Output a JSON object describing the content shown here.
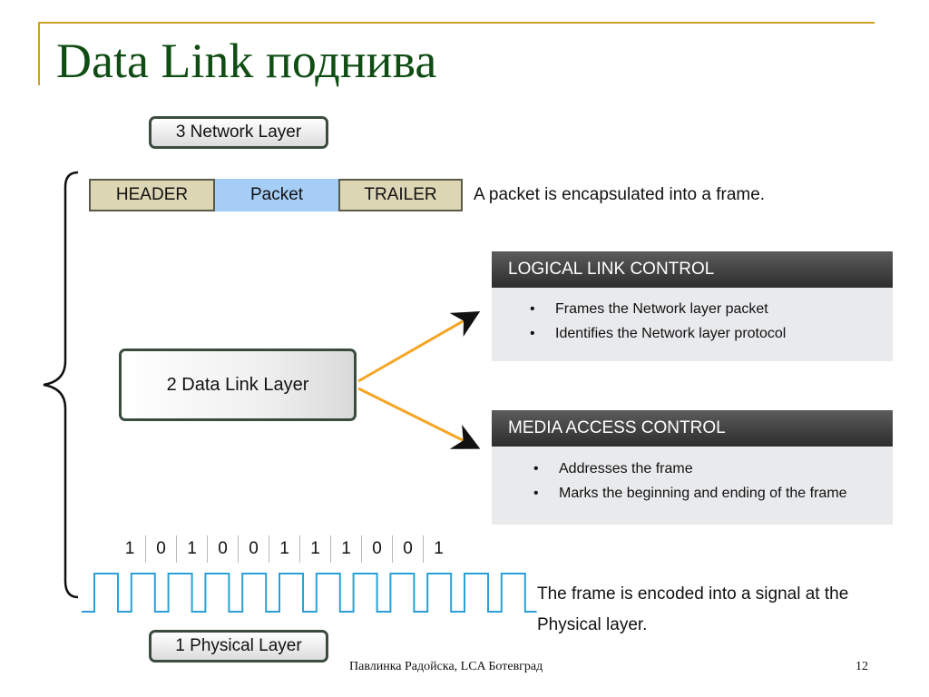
{
  "slide": {
    "title": "Data Link поднива",
    "footer": "Павлинка Радойска, LCA Ботевград",
    "page_number": "12"
  },
  "layers": {
    "network": "3 Network Layer",
    "data_link": "2 Data Link Layer",
    "physical": "1 Physical Layer"
  },
  "frame": {
    "header": "HEADER",
    "packet": "Packet",
    "trailer": "TRAILER",
    "note": "A packet is encapsulated into a frame."
  },
  "sublayers": {
    "llc": {
      "title": "LOGICAL LINK CONTROL",
      "items": [
        "Frames the Network layer packet",
        "Identifies the Network layer protocol"
      ]
    },
    "mac": {
      "title": "MEDIA ACCESS CONTROL",
      "items": [
        "Addresses the frame",
        "Marks the beginning and ending of the frame"
      ]
    }
  },
  "signal": {
    "bits": [
      "1",
      "0",
      "1",
      "0",
      "0",
      "1",
      "1",
      "1",
      "0",
      "0",
      "1"
    ],
    "note": "The frame is encoded into a signal at the Physical layer."
  },
  "colors": {
    "title": "#0f4d14",
    "accent_line": "#c9a227",
    "arrow": "#f5a623",
    "signal": "#2aa0d6",
    "packet_fill": "#a6cdf5",
    "header_fill": "#ddd6b4"
  }
}
